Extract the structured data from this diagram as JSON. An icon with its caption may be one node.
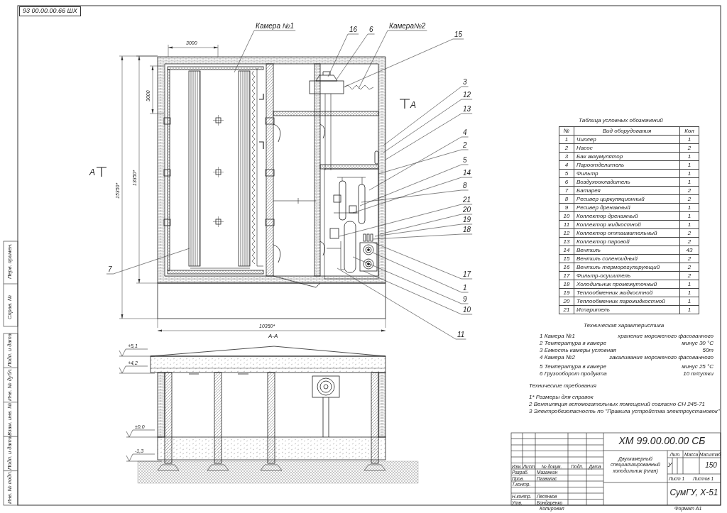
{
  "diagram": {
    "nodes": [
      {
        "text": [
          "Камера №1"
        ]
      },
      {
        "text": [
          "16"
        ]
      },
      {
        "text": [
          "6"
        ]
      },
      {
        "text": [
          "Камера№2"
        ]
      },
      {
        "text": [
          "15"
        ]
      },
      {
        "text": [
          "3"
        ]
      },
      {
        "text": [
          "12"
        ]
      },
      {
        "text": [
          "13"
        ]
      },
      {
        "text": [
          "4"
        ]
      },
      {
        "text": [
          "2"
        ]
      },
      {
        "text": [
          "5"
        ]
      },
      {
        "text": [
          "14"
        ]
      },
      {
        "text": [
          "8"
        ]
      },
      {
        "text": [
          "21"
        ]
      },
      {
        "text": [
          "20"
        ]
      },
      {
        "text": [
          "19"
        ]
      },
      {
        "text": [
          "18"
        ]
      },
      {
        "text": [
          "7"
        ]
      },
      {
        "text": [
          "17"
        ]
      },
      {
        "text": [
          "1"
        ]
      },
      {
        "text": [
          "9"
        ]
      },
      {
        "text": [
          "10"
        ]
      },
      {
        "text": [
          "11"
        ]
      }
    ],
    "edges": [
      {
        "from": 0,
        "to": null,
        "arrow": "none"
      },
      {
        "from": 1,
        "to": null,
        "arrow": "none"
      },
      {
        "from": 2,
        "to": null,
        "arrow": "none"
      },
      {
        "from": 3,
        "to": null,
        "arrow": "none"
      },
      {
        "from": 4,
        "to": null,
        "arrow": "none"
      },
      {
        "from": 5,
        "to": null,
        "arrow": "none"
      },
      {
        "from": 6,
        "to": null,
        "arrow": "none"
      },
      {
        "from": 7,
        "to": null,
        "arrow": "none"
      },
      {
        "from": 8,
        "to": null,
        "arrow": "none"
      },
      {
        "from": 9,
        "to": null,
        "arrow": "none"
      },
      {
        "from": 10,
        "to": null,
        "arrow": "none"
      },
      {
        "from": 11,
        "to": null,
        "arrow": "none"
      },
      {
        "from": 12,
        "to": null,
        "arrow": "none"
      },
      {
        "from": 13,
        "to": null,
        "arrow": "none"
      },
      {
        "from": 14,
        "to": null,
        "arrow": "none"
      },
      {
        "from": 15,
        "to": null,
        "arrow": "none"
      },
      {
        "from": 16,
        "to": null,
        "arrow": "none"
      },
      {
        "from": 17,
        "to": null,
        "arrow": "none"
      },
      {
        "from": 18,
        "to": null,
        "arrow": "none"
      },
      {
        "from": 19,
        "to": null,
        "arrow": "none"
      },
      {
        "from": 20,
        "to": null,
        "arrow": "none"
      },
      {
        "from": 21,
        "to": null,
        "arrow": "none"
      },
      {
        "from": 22,
        "to": null,
        "arrow": "none"
      }
    ],
    "labels": [
      "93 00.00.00.66 ШХ",
      "3000",
      "3000",
      "13350*",
      "15350*",
      "10350*",
      "А",
      "А",
      "А-А",
      "+5,1",
      "+4,2",
      "±0,0",
      "-1,3",
      "Таблица условных обозначений",
      "№",
      "Вид оборудования",
      "Кол",
      "1",
      "Чиллер",
      "1",
      "2",
      "Насос",
      "2",
      "3",
      "Бак аккумулятор",
      "1",
      "4",
      "Пароотделитель",
      "1",
      "5",
      "Фильтр",
      "1",
      "6",
      "Воздухоохладитель",
      "1",
      "7",
      "Батарея",
      "2",
      "8",
      "Ресивер циркуляционный",
      "2",
      "9",
      "Ресивер дренажный",
      "1",
      "10",
      "Коллектор дренажный",
      "1",
      "11",
      "Коллектор жидкостной",
      "1",
      "12",
      "Коллектор оттаивательный",
      "2",
      "13",
      "Коллектор паровой",
      "2",
      "14",
      "Вентиль",
      "43",
      "15",
      "Вентиль соленоидный",
      "2",
      "16",
      "Вентиль терморегулирующий",
      "2",
      "17",
      "Фильтр-осушитель",
      "2",
      "18",
      "Холодильник промежуточный",
      "1",
      "19",
      "Теплообменник жидкостной",
      "1",
      "20",
      "Теплообменник парожидкостной",
      "1",
      "21",
      "Испаритель",
      "1",
      "Техническая характеристика",
      "1 Камера №1",
      "хранение мороженого фасованного",
      "2 Температура в камере",
      "минус 30 °С",
      "3 Емкость камеры условная",
      "50т",
      "4 Камера №2",
      "закаливание мороженого фасованного",
      "5 Температура в камере",
      "минус 25 °С",
      "6 Грузооборот продукта",
      "10 т/сутки",
      "Технические требования",
      "1* Размеры для справок",
      "2 Вентиляция вспомогательных помещений согласно СН 245-71",
      "3 Электробезопасность по \"Правила устройства электроустановок\"",
      "ХМ 99.00.00.00 СБ",
      "Изм.",
      "Лист",
      "№ докум.",
      "Подп.",
      "Дата",
      "Разраб.",
      "Мазанкин",
      "Пров.",
      "Пазвалас",
      "Т.контр.",
      "Н.контр.",
      "Лесенков",
      "Утв.",
      "Бондаренко",
      "Двухкамерный специализированный холодильник (план)",
      "Лит.",
      "Масса",
      "Масштаб",
      "У",
      "150",
      "Лист 1",
      "Листов 1",
      "СумГУ, Х-51",
      "Копировал",
      "Формат А1",
      "Перв. примен.",
      "Справ. №",
      "Подп. и дата",
      "Инв. № дубл.",
      "Взам. инв. №",
      "Подп. и дата",
      "Инв. № подл."
    ]
  }
}
